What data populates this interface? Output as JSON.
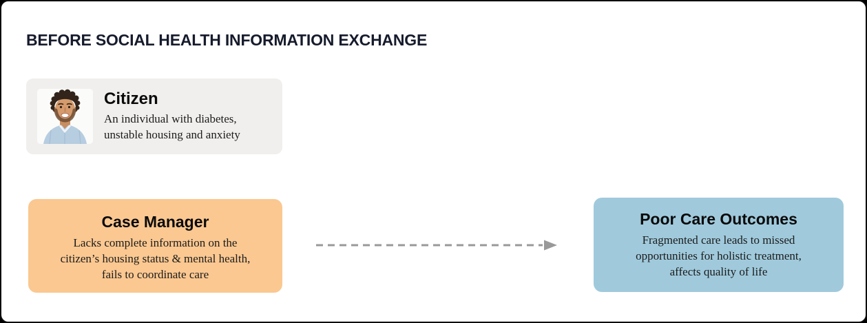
{
  "header": {
    "title": "BEFORE SOCIAL HEALTH INFORMATION EXCHANGE"
  },
  "cards": {
    "citizen": {
      "title": "Citizen",
      "description": "An individual with diabetes,\nunstable housing and anxiety",
      "bg_color": "#f0efed",
      "photo": "man-portrait-photo"
    },
    "case_manager": {
      "title": "Case Manager",
      "description": "Lacks complete information on the\ncitizen’s housing status & mental health,\nfails to coordinate care",
      "bg_color": "#fbc891"
    },
    "poor_care_outcomes": {
      "title": "Poor Care Outcomes",
      "description": "Fragmented care leads to missed\nopportunities for holistic treatment,\naffects quality of life",
      "bg_color": "#a0cadc"
    }
  },
  "arrow": {
    "from": "case_manager",
    "to": "poor_care_outcomes",
    "style": "dashed",
    "direction": "right",
    "color": "#999999"
  },
  "colors": {
    "title_text": "#161b2c",
    "page_background": "#ffffff",
    "page_border": "#0d0d0d"
  }
}
